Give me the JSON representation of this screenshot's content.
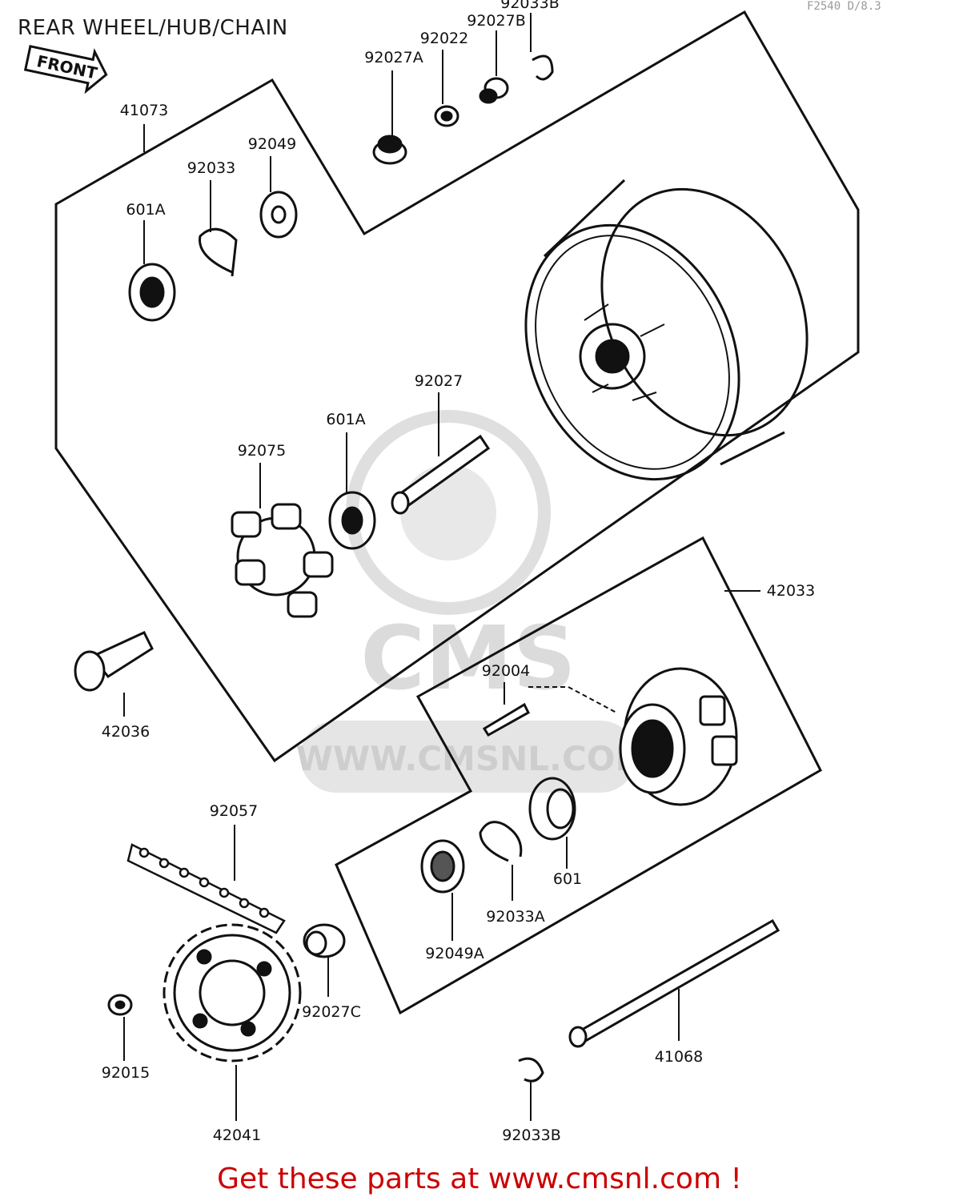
{
  "title": "REAR WHEEL/HUB/CHAIN",
  "figure_code": "F2540 D/8.3",
  "front_arrow_label": "FRONT",
  "watermark": {
    "brand": "CMS",
    "url": "WWW.CMSNL.COM"
  },
  "parts": {
    "p_41073": "41073",
    "p_92027A": "92027A",
    "p_92022": "92022",
    "p_92027B": "92027B",
    "p_92033B_top": "92033B",
    "p_92049": "92049",
    "p_92033": "92033",
    "p_601A_top": "601A",
    "p_92027": "92027",
    "p_601A_mid": "601A",
    "p_92075": "92075",
    "p_42033": "42033",
    "p_42036": "42036",
    "p_92004": "92004",
    "p_601": "601",
    "p_92033A": "92033A",
    "p_92049A": "92049A",
    "p_92057": "92057",
    "p_92027C": "92027C",
    "p_92015": "92015",
    "p_42041": "42041",
    "p_41068": "41068",
    "p_92033B_bottom": "92033B"
  },
  "footer": "Get these parts at www.cmsnl.com !",
  "colors": {
    "line": "#111111",
    "footer": "#cc0000",
    "watermark": "#d9d9d9"
  }
}
